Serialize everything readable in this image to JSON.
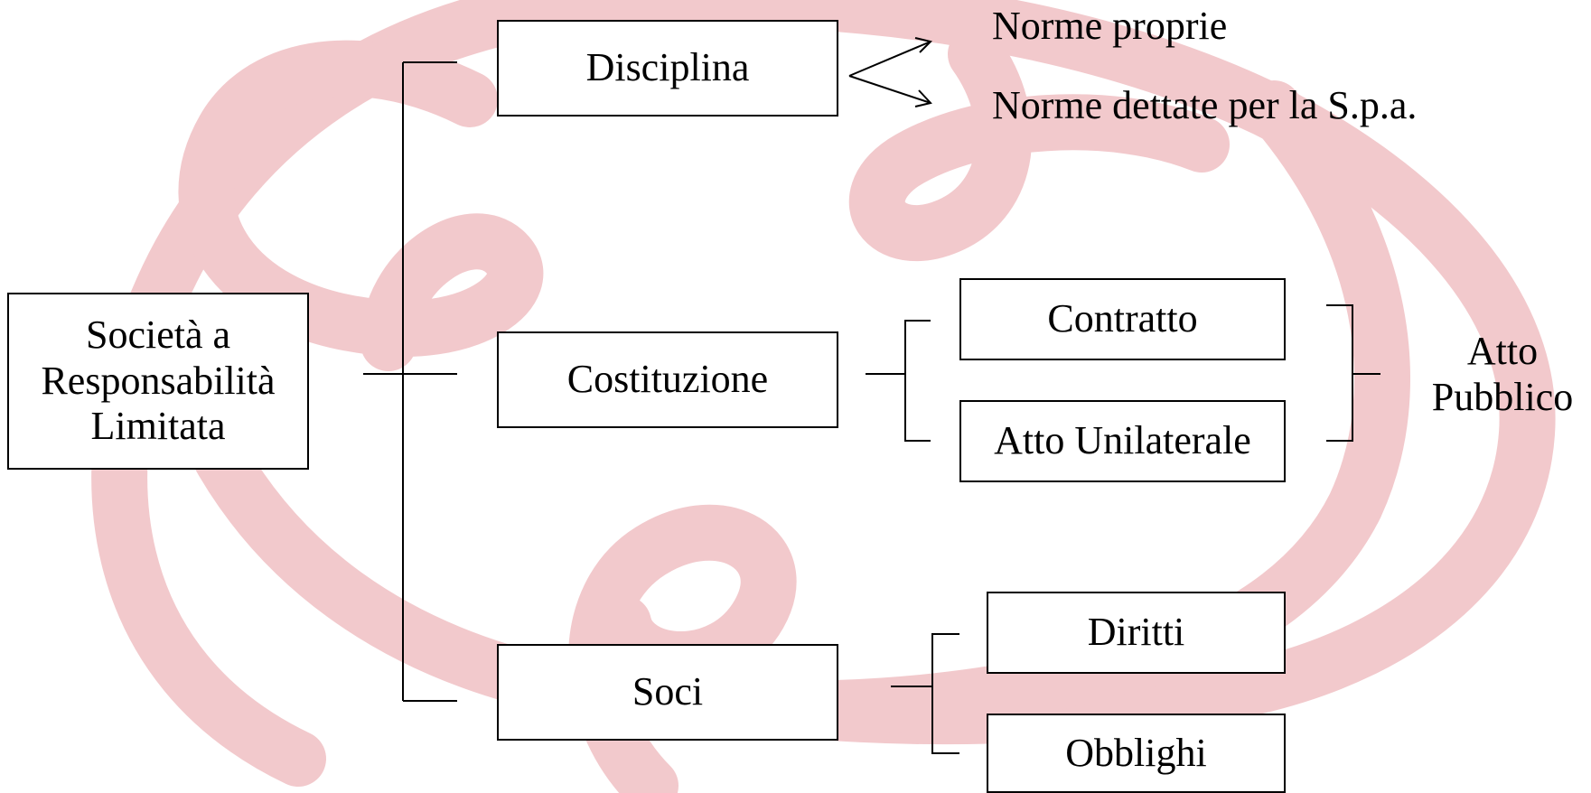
{
  "colors": {
    "watermark": "#f2c9cc",
    "ink": "#000000",
    "box_fill": "#ffffff"
  },
  "watermark": {
    "icon": "looping-ribbon-logo"
  },
  "root": {
    "line1": "Società a",
    "line2": "Responsabilità",
    "line3": "Limitata"
  },
  "branches": {
    "disciplina": "Disciplina",
    "costituzione": "Costituzione",
    "soci": "Soci"
  },
  "disciplina_items": [
    "Norme proprie",
    "Norme dettate per la S.p.a."
  ],
  "costituzione_items": [
    "Contratto",
    "Atto Unilaterale"
  ],
  "costituzione_result": {
    "line1": "Atto",
    "line2": "Pubblico"
  },
  "soci_items": [
    "Diritti",
    "Obblighi"
  ]
}
